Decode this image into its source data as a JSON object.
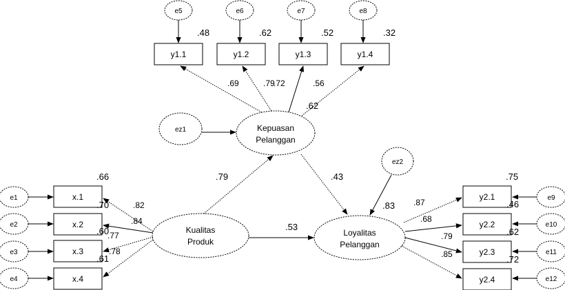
{
  "diagram": {
    "type": "SEM path diagram (standardized estimates)",
    "latent": {
      "kualitas": {
        "line1": "Kualitas",
        "line2": "Produk"
      },
      "kepuasan": {
        "line1": "Kepuasan",
        "line2": "Pelanggan"
      },
      "loyalitas": {
        "line1": "Loyalitas",
        "line2": "Pelanggan"
      }
    },
    "disturbances": {
      "ez1": "ez1",
      "ez2": "ez2"
    },
    "indicators_x": [
      {
        "name": "x.1",
        "error": "e1",
        "r2": ".66",
        "loading": ".82"
      },
      {
        "name": "x.2",
        "error": "e2",
        "r2": ".70",
        "loading": ".84"
      },
      {
        "name": "x.3",
        "error": "e3",
        "r2": ".60",
        "loading": ".77"
      },
      {
        "name": "x.4",
        "error": "e4",
        "r2": ".61",
        "loading": ".78"
      }
    ],
    "indicators_y1": [
      {
        "name": "y1.1",
        "error": "e5",
        "r2": ".48",
        "loading": ".69"
      },
      {
        "name": "y1.2",
        "error": "e6",
        "r2": ".62",
        "loading": ".79"
      },
      {
        "name": "y1.3",
        "error": "e7",
        "r2": ".52",
        "loading": ".72"
      },
      {
        "name": "y1.4",
        "error": "e8",
        "r2": ".32",
        "loading": ".56"
      }
    ],
    "indicators_y2": [
      {
        "name": "y2.1",
        "error": "e9",
        "r2": ".75",
        "loading": ".87"
      },
      {
        "name": "y2.2",
        "error": "e10",
        "r2": ".46",
        "loading": ".68"
      },
      {
        "name": "y2.3",
        "error": "e11",
        "r2": ".62",
        "loading": ".79"
      },
      {
        "name": "y2.4",
        "error": "e12",
        "r2": ".72",
        "loading": ".85"
      }
    ],
    "paths": {
      "kualitas_to_kepuasan": ".79",
      "kepuasan_to_loyalitas": ".43",
      "kualitas_to_loyalitas": ".53"
    },
    "r2_latent": {
      "kepuasan": ".62",
      "loyalitas": ".83"
    }
  }
}
